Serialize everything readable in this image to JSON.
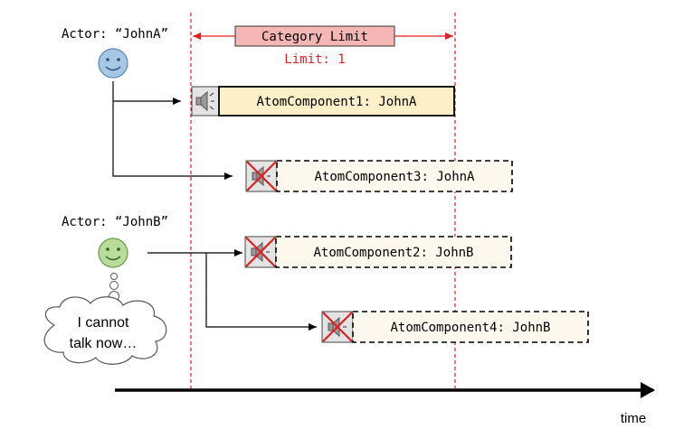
{
  "actors": [
    {
      "label": "Actor: “JohnA”",
      "face_color": "#a7c7e7"
    },
    {
      "label": "Actor: “JohnB”",
      "face_color": "#b8dc9a"
    }
  ],
  "thought_bubble": {
    "line1": "I cannot",
    "line2": "talk now…"
  },
  "category_limit": {
    "label": "Category Limit",
    "limit_text": "Limit: 1",
    "color": "#e02020",
    "fill": "#f6b6b6"
  },
  "components": [
    {
      "label": "AtomComponent1: JohnA",
      "state": "playing",
      "fill": "#fdf0c8"
    },
    {
      "label": "AtomComponent3: JohnA",
      "state": "blocked",
      "fill": "#fdf8ee"
    },
    {
      "label": "AtomComponent2: JohnB",
      "state": "blocked",
      "fill": "#fdf8ee"
    },
    {
      "label": "AtomComponent4: JohnB",
      "state": "blocked",
      "fill": "#fdf8ee"
    }
  ],
  "axis": {
    "label": "time"
  },
  "icons": {
    "speaker": "speaker-icon",
    "blocked": "blocked-speaker-icon",
    "face": "smiley-face-icon"
  }
}
